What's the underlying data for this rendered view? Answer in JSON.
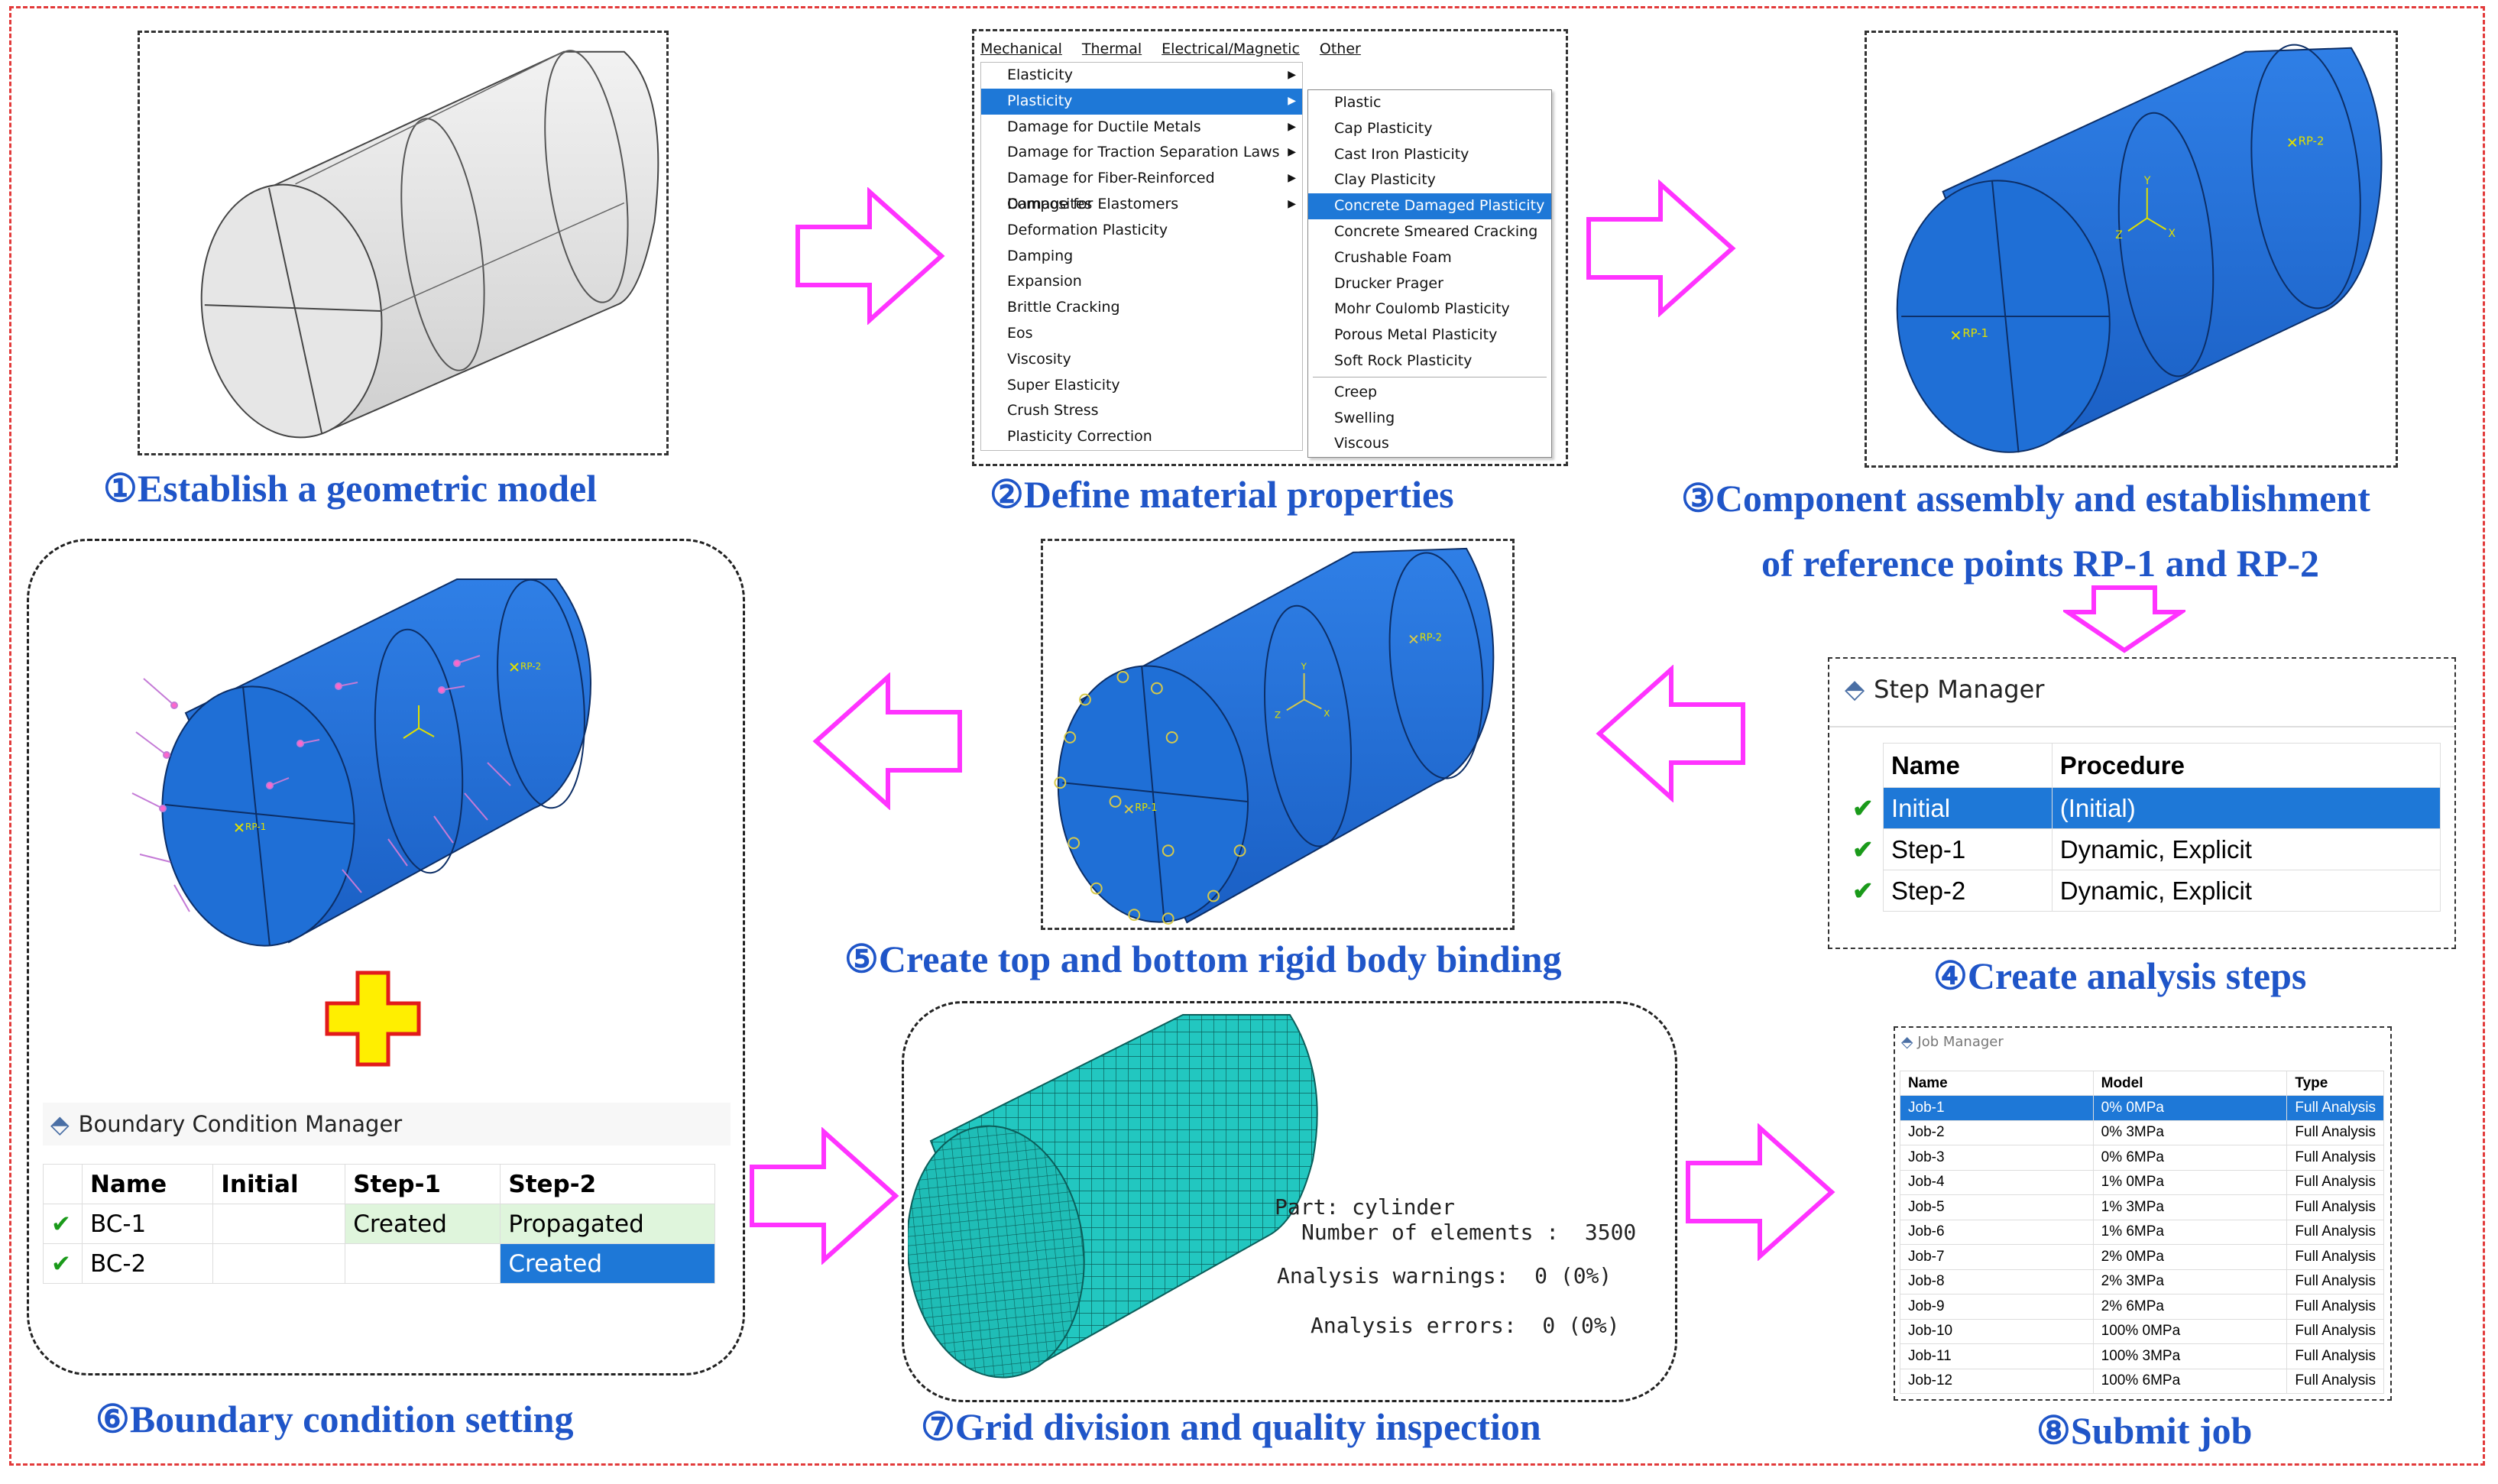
{
  "captions": {
    "c1": "①Establish a geometric model",
    "c2": "②Define material properties",
    "c3a": "③Component assembly and establishment",
    "c3b": "of reference points RP-1 and RP-2",
    "c4": "④Create analysis steps",
    "c5": "⑤Create top and bottom rigid body binding",
    "c6": "⑥Boundary condition setting",
    "c7": "⑦Grid division and quality inspection",
    "c8": "⑧Submit job"
  },
  "menu": {
    "bar": [
      "Mechanical",
      "Thermal",
      "Electrical/Magnetic",
      "Other"
    ],
    "items": [
      "Elasticity",
      "Plasticity",
      "Damage for Ductile Metals",
      "Damage for Traction Separation Laws",
      "Damage for Fiber-Reinforced Composites",
      "Damage for Elastomers",
      "Deformation Plasticity",
      "Damping",
      "Expansion",
      "Brittle Cracking",
      "Eos",
      "Viscosity",
      "Super Elasticity",
      "Crush Stress",
      "Plasticity Correction"
    ],
    "submenu": [
      "Plastic",
      "Cap Plasticity",
      "Cast Iron Plasticity",
      "Clay Plasticity",
      "Concrete Damaged Plasticity",
      "Concrete Smeared Cracking",
      "Crushable Foam",
      "Drucker Prager",
      "Mohr Coulomb Plasticity",
      "Porous Metal Plasticity",
      "Soft Rock Plasticity",
      "Creep",
      "Swelling",
      "Viscous"
    ]
  },
  "ref_points": {
    "rp1": "RP-1",
    "rp2": "RP-2",
    "ax_x": "X",
    "ax_y": "Y",
    "ax_z": "Z"
  },
  "step_manager": {
    "title": "Step Manager",
    "headers": [
      "Name",
      "Procedure"
    ],
    "rows": [
      [
        "Initial",
        "(Initial)"
      ],
      [
        "Step-1",
        "Dynamic, Explicit"
      ],
      [
        "Step-2",
        "Dynamic, Explicit"
      ]
    ]
  },
  "bc_manager": {
    "title": "Boundary Condition Manager",
    "headers": [
      "Name",
      "Initial",
      "Step-1",
      "Step-2"
    ],
    "rows": [
      [
        "BC-1",
        "",
        "Created",
        "Propagated"
      ],
      [
        "BC-2",
        "",
        "",
        "Created"
      ]
    ]
  },
  "mesh": {
    "part": "Part: cylinder",
    "elements": "Number of elements :  3500",
    "warnings": "Analysis warnings:  0 (0%)",
    "errors": "Analysis errors:  0 (0%)"
  },
  "job_manager": {
    "title": "Job Manager",
    "headers": [
      "Name",
      "Model",
      "Type"
    ],
    "rows": [
      [
        "Job-1",
        "0% 0MPa",
        "Full Analysis"
      ],
      [
        "Job-2",
        "0% 3MPa",
        "Full Analysis"
      ],
      [
        "Job-3",
        "0% 6MPa",
        "Full Analysis"
      ],
      [
        "Job-4",
        "1% 0MPa",
        "Full Analysis"
      ],
      [
        "Job-5",
        "1% 3MPa",
        "Full Analysis"
      ],
      [
        "Job-6",
        "1% 6MPa",
        "Full Analysis"
      ],
      [
        "Job-7",
        "2% 0MPa",
        "Full Analysis"
      ],
      [
        "Job-8",
        "2% 3MPa",
        "Full Analysis"
      ],
      [
        "Job-9",
        "2% 6MPa",
        "Full Analysis"
      ],
      [
        "Job-10",
        "100% 0MPa",
        "Full Analysis"
      ],
      [
        "Job-11",
        "100% 3MPa",
        "Full Analysis"
      ],
      [
        "Job-12",
        "100% 6MPa",
        "Full Analysis"
      ]
    ]
  },
  "colors": {
    "blue": "#1f6fd6",
    "caption": "#1f55c8",
    "arrow": "#ff33ff",
    "mesh": "#20c9c0",
    "border": "#e23a3a"
  }
}
